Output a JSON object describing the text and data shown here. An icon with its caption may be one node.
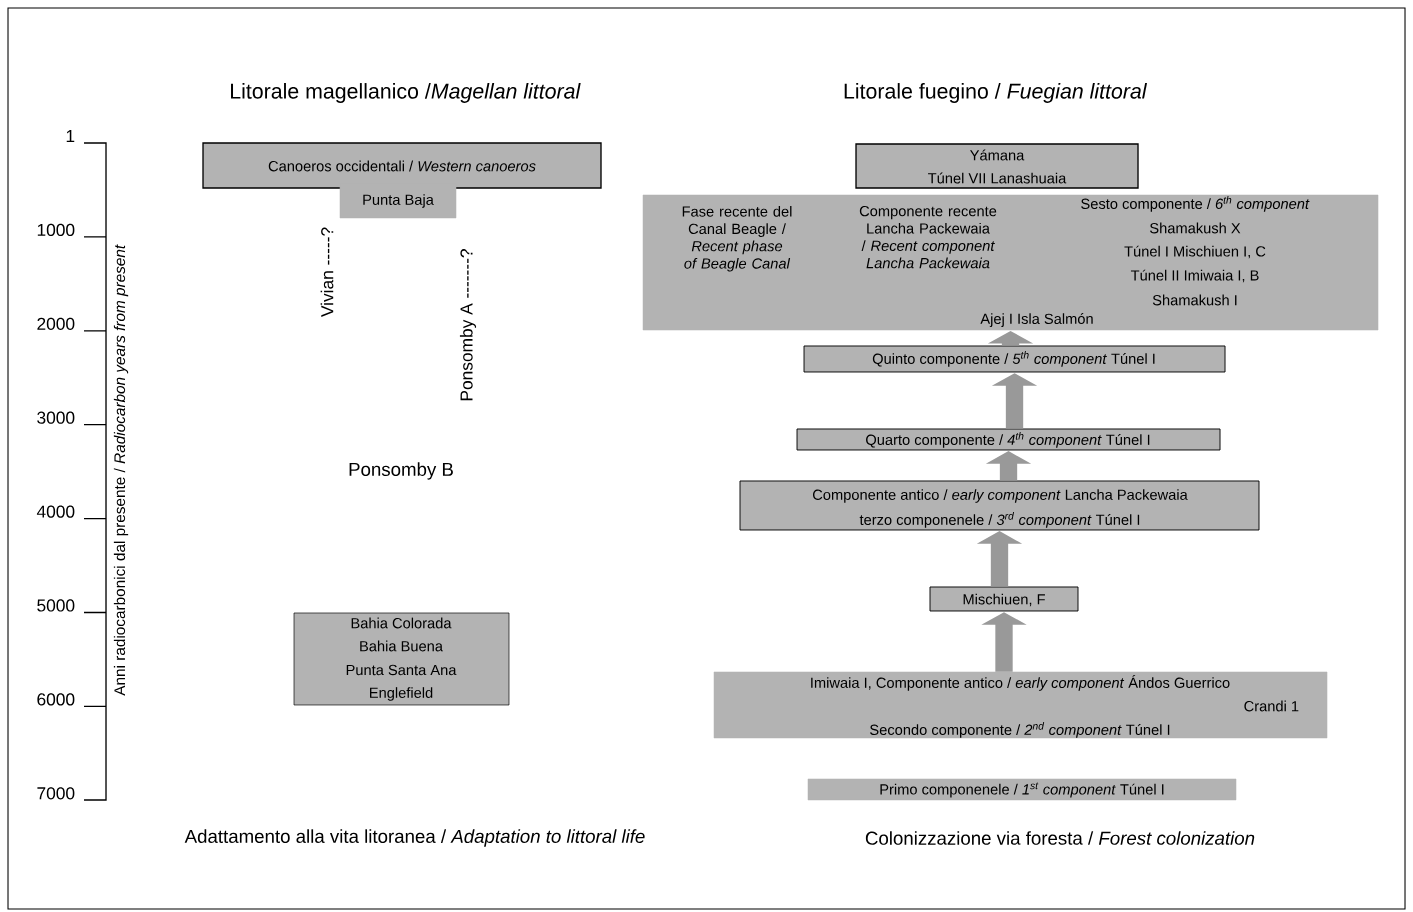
{
  "diagram": {
    "nodes": [
      {
        "text": [
          "Canoeros occidentali / *Western canoeros*"
        ]
      },
      {
        "text": [
          "Punta Baja"
        ]
      },
      {
        "text": [
          "Bahia Colorada",
          "Bahia Buena",
          "Punta Santa Ana",
          "Englefield"
        ]
      },
      {
        "text": [
          "Yámana",
          "Túnel VII   Lanashuaia"
        ]
      },
      {
        "text": [
          "Fase recente del Canal Beagle / *Recent phase of Beagle Canal*",
          "Componente recente Lancha Packewaia / *Recent component Lancha Packewaia*",
          "Sesto componente / *6$^{th}$ component*",
          "Shamakush X",
          "Túnel I   Mischiuen I, C",
          "Túnel II  Imiwaia I, B",
          "Shamakush I",
          "Ajej I   Isla Salmón"
        ]
      },
      {
        "text": [
          "Quinto componente / *5$^{th}$ component* Túnel I"
        ]
      },
      {
        "text": [
          "Quarto componente / *4$^{th}$ component* Túnel I"
        ]
      },
      {
        "text": [
          "Componente antico / *early component* Lancha Packewaia",
          "terzo componenele / *3$^{rd}$ component* Túnel I"
        ]
      },
      {
        "text": [
          "Mischiuen, F"
        ]
      },
      {
        "text": [
          "Imiwaia I, Componente antico / *early component* Ándos Guerrico",
          "Crandi 1",
          "Secondo componente / *2$^{nd}$ component* Túnel I"
        ]
      },
      {
        "text": [
          "Primo componenele / *1$^{st}$ component* Túnel I"
        ]
      }
    ],
    "edges": [
      {
        "from": 9,
        "to": 8,
        "arrow": "to"
      },
      {
        "from": 8,
        "to": 7,
        "arrow": "to"
      },
      {
        "from": 7,
        "to": 6,
        "arrow": "to"
      },
      {
        "from": 6,
        "to": 5,
        "arrow": "to"
      },
      {
        "from": 5,
        "to": 4,
        "arrow": "to"
      }
    ],
    "labels": [
      "Litorale magellanico /*Magellan littoral*",
      "Litorale fuegino / *Fuegian littoral*",
      "1",
      "1000",
      "2000",
      "3000",
      "4000",
      "5000",
      "6000",
      "7000",
      "Anni radiocarbonici dal presente / *Radiocarbon years from present*",
      "Vivian -----?",
      "Ponsomby   A -------?",
      "Ponsomby  B",
      "Adattamento alla vita litoranea / *Adaptation to littoral life*",
      "Colonizzazione via foresta / *Forest colonization*"
    ]
  }
}
